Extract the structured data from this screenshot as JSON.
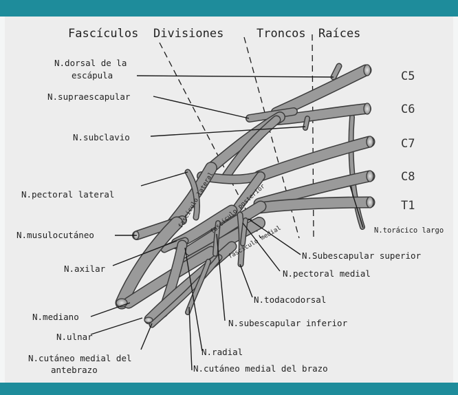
{
  "header": {
    "fasciculos": "Fascículos",
    "divisiones": "Divisiones",
    "troncos": "Troncos",
    "raices": "Raíces"
  },
  "roots": [
    "C5",
    "C6",
    "C7",
    "C8",
    "T1"
  ],
  "labels": {
    "dorsal_escapula_1": "N.dorsal de la",
    "dorsal_escapula_2": "escápula",
    "supraescapular": "N.supraescapular",
    "subclavio": "N.subclavio",
    "pectoral_lateral": "N.pectoral lateral",
    "musulocutaneo": "N.musulocutáneo",
    "axilar": "N.axilar",
    "mediano": "N.mediano",
    "ulnar": "N.ulnar",
    "cutaneo_antebrazo_1": "N.cutáneo medial del",
    "cutaneo_antebrazo_2": "antebrazo",
    "toracico_largo": "N.torácico largo",
    "subescapular_superior": "N.Subescapular superior",
    "pectoral_medial": "N.pectoral medial",
    "todacodorsal": "N.todacodorsal",
    "subescapular_inferior": "N.subescapular inferior",
    "radial": "N.radial",
    "cutaneo_brazo": "N.cutáneo medial del brazo"
  },
  "cords": {
    "lateral": "fascículo lateral",
    "posterior": "fascículo posterior",
    "medial": "fascículo medial"
  },
  "colors": {
    "frame_bar": "#1e8c9b",
    "background": "#ededed",
    "nerve_fill": "#9a9a9a",
    "nerve_outline": "#3c3c3c",
    "text": "#222222"
  }
}
